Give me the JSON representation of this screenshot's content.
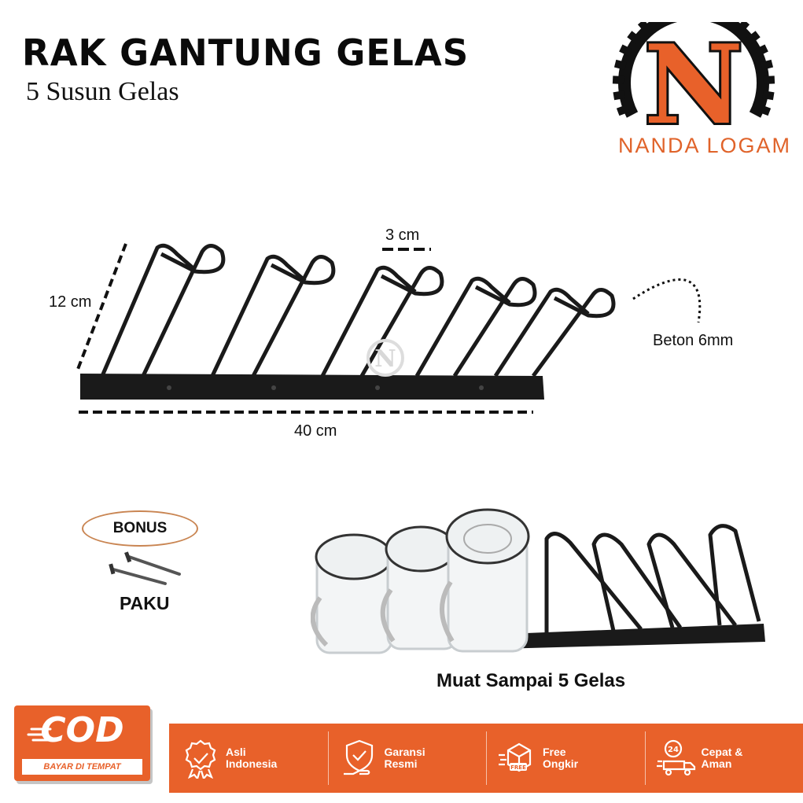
{
  "header": {
    "title": "RAK GANTUNG GELAS",
    "subtitle": "5 Susun Gelas"
  },
  "brand": {
    "logo_letter": "N",
    "name": "NANDA LOGAM",
    "accent_color": "#e8612a"
  },
  "dimensions": {
    "height": "12 cm",
    "gap": "3 cm",
    "length": "40 cm",
    "material": "Beton 6mm"
  },
  "bonus": {
    "label": "BONUS",
    "item": "PAKU"
  },
  "product": {
    "caption": "Muat Sampai 5 Gelas"
  },
  "cod": {
    "title": "COD",
    "subtitle": "BAYAR DI TEMPAT"
  },
  "features": [
    {
      "label": "Asli\nIndonesia",
      "icon": "indonesia-badge-icon"
    },
    {
      "label": "Garansi\nResmi",
      "icon": "shield-hand-icon"
    },
    {
      "label": "Free\nOngkir",
      "icon": "free-box-icon"
    },
    {
      "label": "Cepat &\nAman",
      "icon": "truck-24-icon"
    }
  ]
}
